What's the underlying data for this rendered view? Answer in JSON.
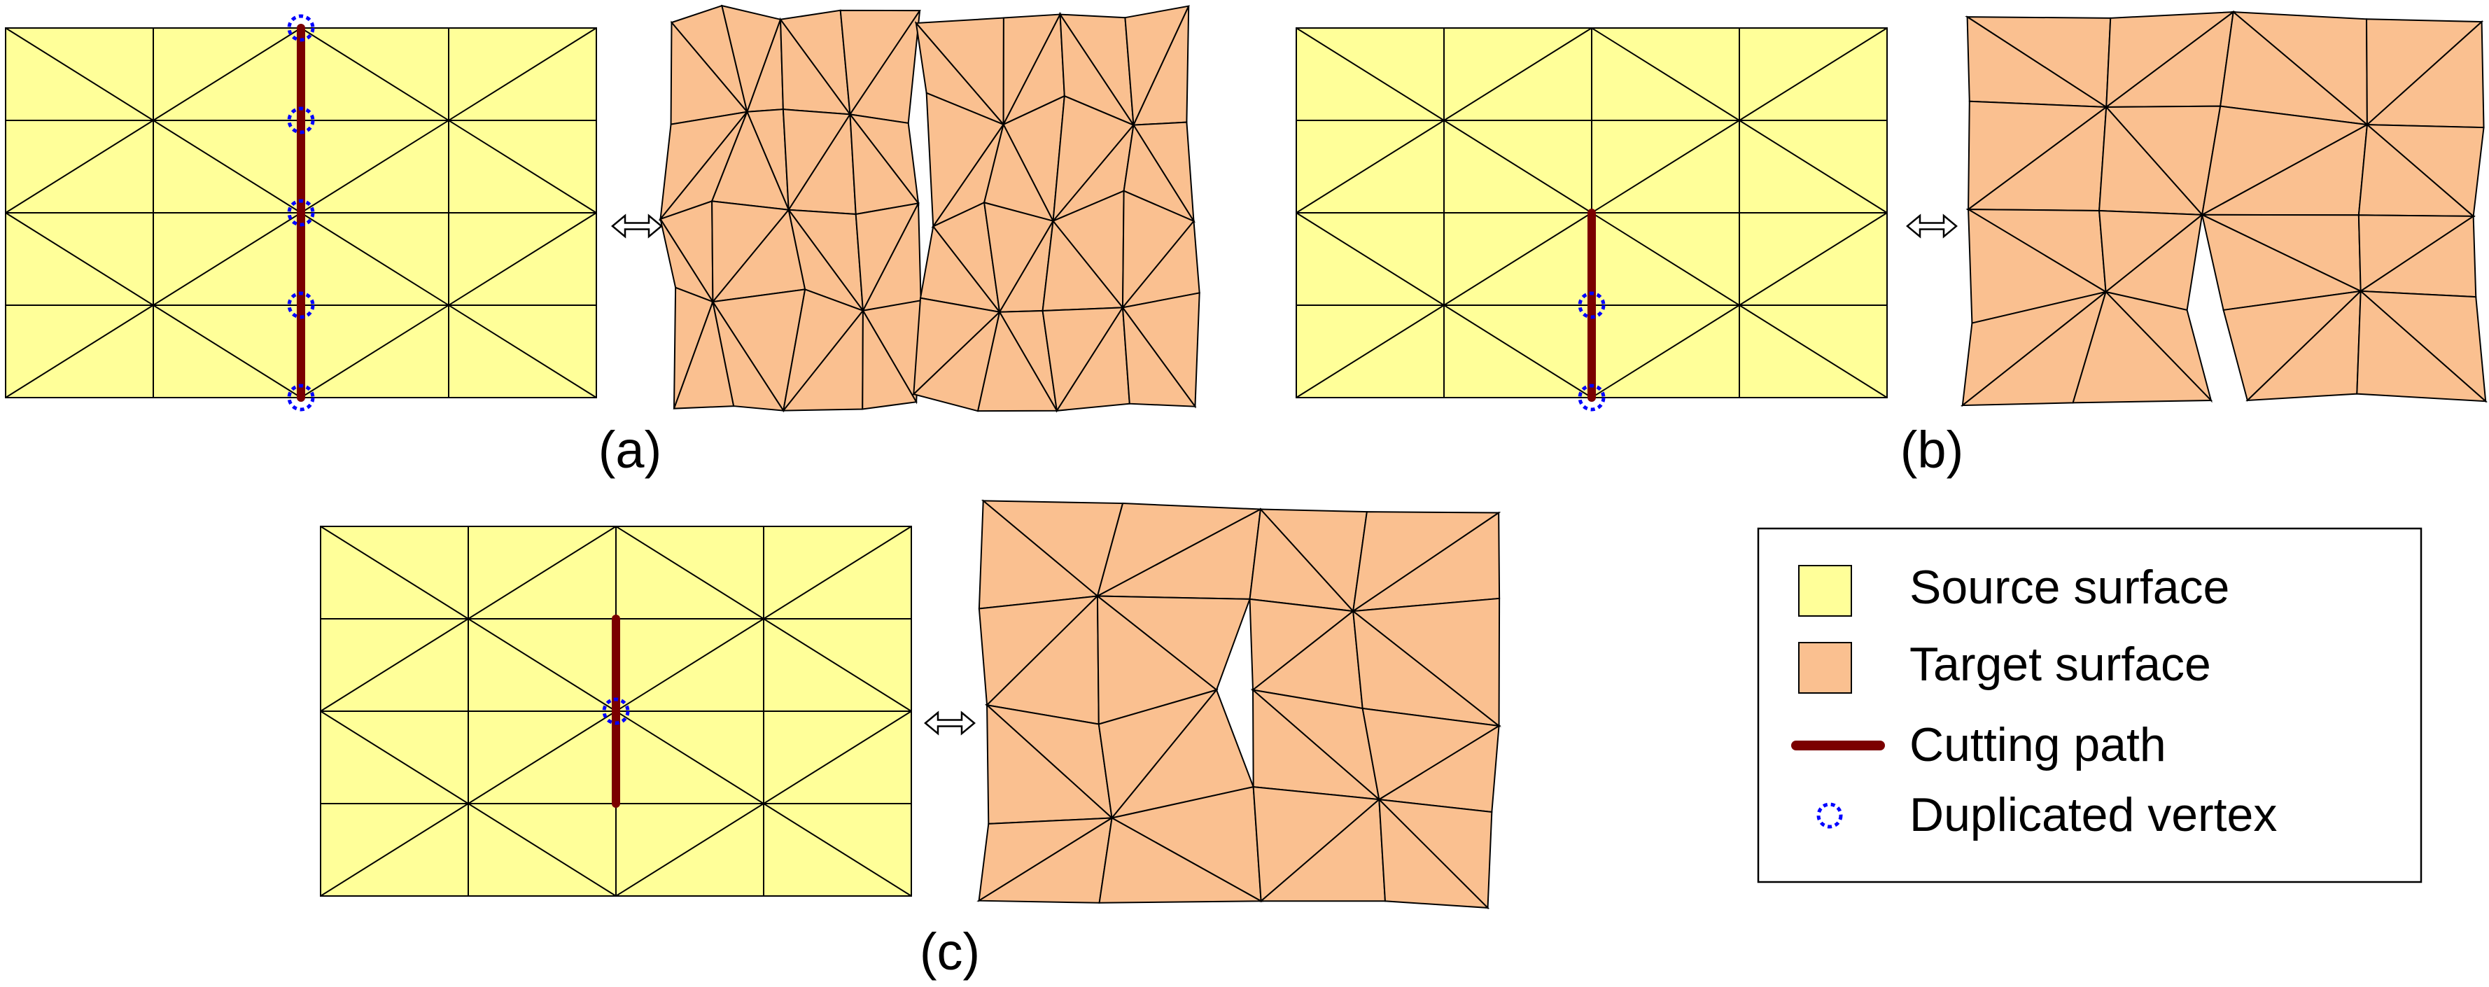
{
  "panels": [
    {
      "label": "(a)",
      "cut": "full",
      "duplicated_vertices": 5
    },
    {
      "label": "(b)",
      "cut": "boundary",
      "duplicated_vertices": 2
    },
    {
      "label": "(c)",
      "cut": "interior",
      "duplicated_vertices": 1
    }
  ],
  "legend": {
    "items": [
      {
        "label": "Source surface",
        "symbol": "source-swatch"
      },
      {
        "label": "Target surface",
        "symbol": "target-swatch"
      },
      {
        "label": "Cutting path",
        "symbol": "cut-line"
      },
      {
        "label": "Duplicated vertex",
        "symbol": "dup-circle"
      }
    ]
  },
  "colors": {
    "source_surface": "#ffff99",
    "target_surface": "#fac090",
    "cutting_path": "#7b0000",
    "duplicated_vertex": "#0000ff",
    "mesh_edge": "#000000"
  },
  "icons": [
    "double-arrow-icon"
  ]
}
